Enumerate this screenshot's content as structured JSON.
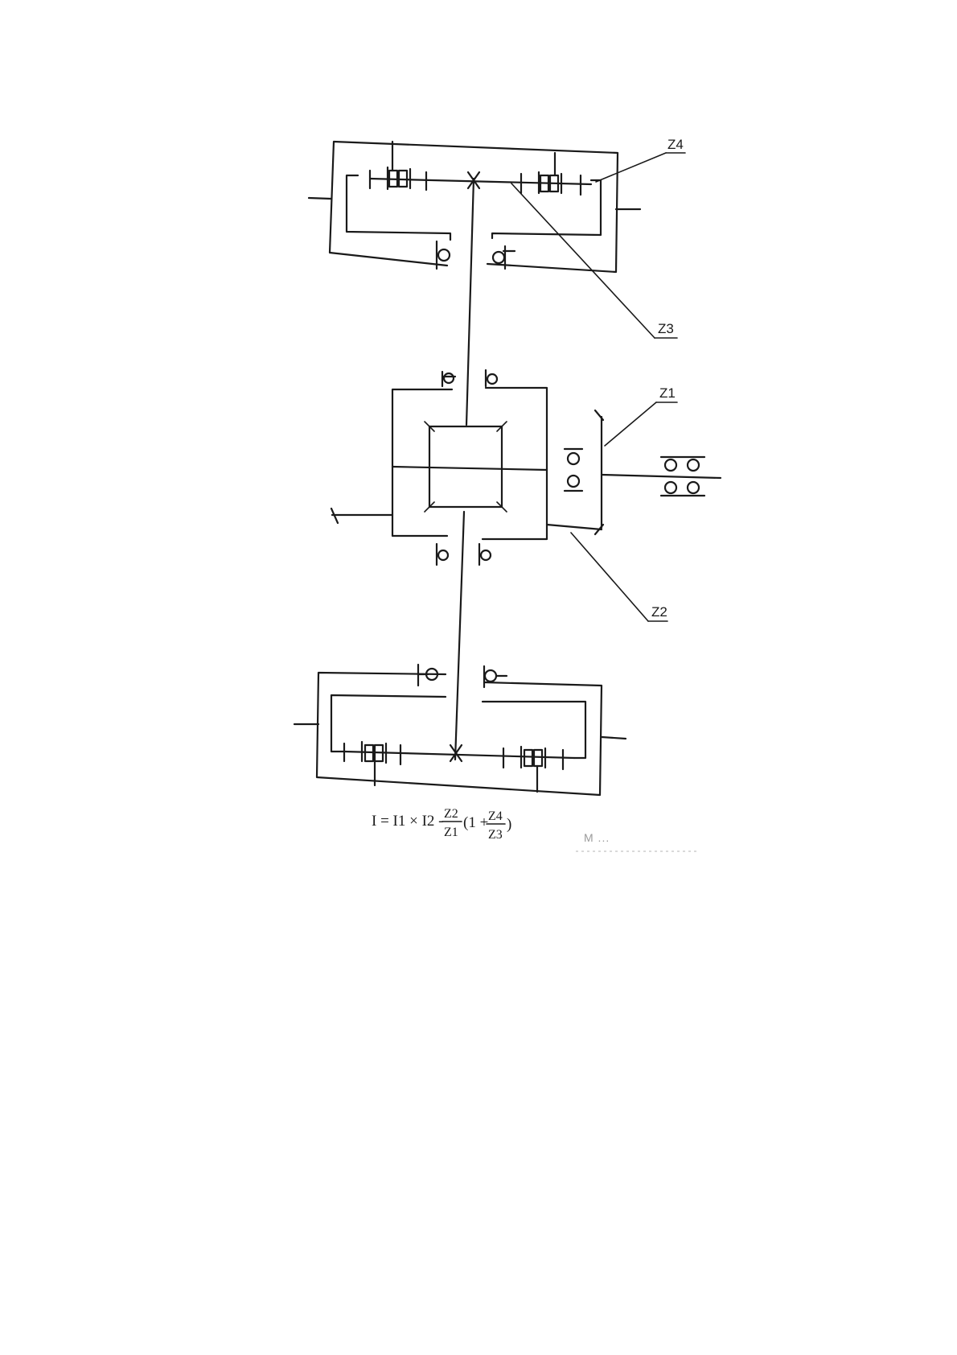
{
  "labels": {
    "z4": "Z4",
    "z3": "Z3",
    "z1": "Z1",
    "z2": "Z2"
  },
  "formula": {
    "lhs": "I = I1 × I2 -",
    "frac1_num": "Z2",
    "frac1_den": "Z1",
    "paren_open": "(1 +",
    "frac2_num": "Z4",
    "frac2_den": "Z3",
    "paren_close": ")"
  },
  "watermark": {
    "text": "M    ..."
  }
}
